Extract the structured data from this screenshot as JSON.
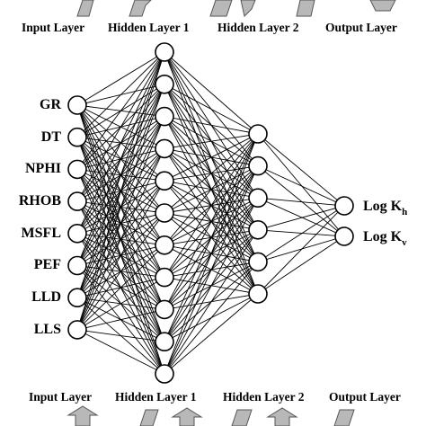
{
  "headers": {
    "top": [
      "Input Layer",
      "Hidden Layer 1",
      "Hidden Layer 2",
      "Output Layer"
    ],
    "bottom": [
      "Input Layer",
      "Hidden Layer 1",
      "Hidden Layer 2",
      "Output Layer"
    ]
  },
  "inputs": [
    "GR",
    "DT",
    "NPHI",
    "RHOB",
    "MSFL",
    "PEF",
    "LLD",
    "LLS"
  ],
  "outputs": [
    {
      "main": "Log K",
      "sub": "h"
    },
    {
      "main": "Log K",
      "sub": "v"
    }
  ],
  "layers": {
    "input_count": 8,
    "hidden1_count": 11,
    "hidden2_count": 6,
    "output_count": 2
  }
}
